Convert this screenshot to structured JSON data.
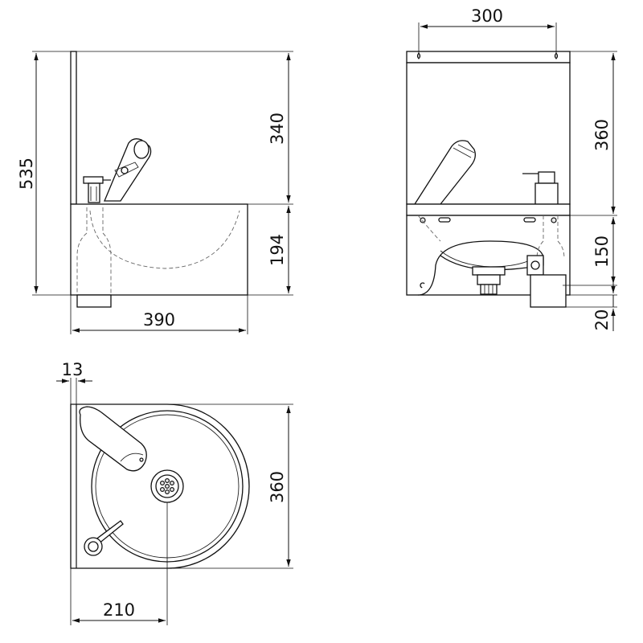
{
  "dimensions": {
    "side_total_height": "535",
    "side_upper_height": "340",
    "side_basin_height": "194",
    "side_width": "390",
    "front_fixing_spacing": "300",
    "front_upper_height": "360",
    "front_lower_height": "150",
    "front_foot_height": "20",
    "top_wall_offset": "13",
    "top_depth": "360",
    "top_drain_offset": "210"
  }
}
